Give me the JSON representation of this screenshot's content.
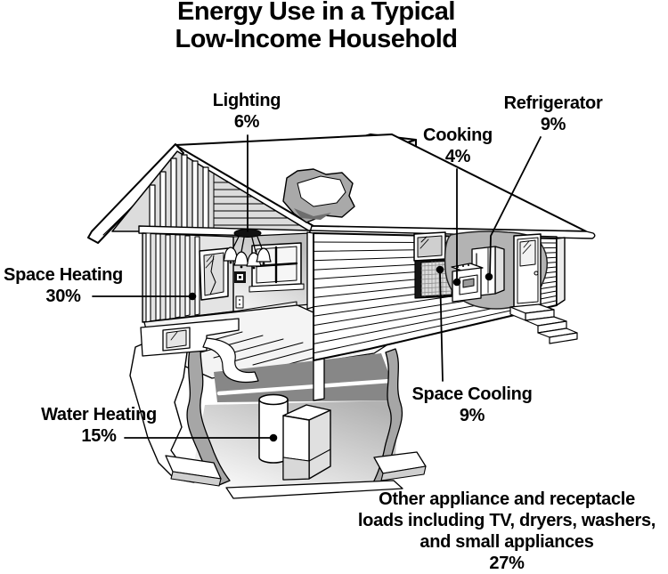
{
  "title": {
    "line1": "Energy Use in a Typical",
    "line2": "Low-Income Household"
  },
  "labels": {
    "lighting": {
      "name": "Lighting",
      "pct": "6%"
    },
    "cooking": {
      "name": "Cooking",
      "pct": "4%"
    },
    "refrigerator": {
      "name": "Refrigerator",
      "pct": "9%"
    },
    "space_heating": {
      "name": "Space Heating",
      "pct": "30%"
    },
    "water_heating": {
      "name": "Water Heating",
      "pct": "15%"
    },
    "space_cooling": {
      "name": "Space Cooling",
      "pct": "9%"
    },
    "other": {
      "lines": [
        "Other appliance and receptacle",
        "loads including TV, dryers, washers,",
        "and small appliances"
      ],
      "pct": "27%"
    }
  },
  "chart_data": {
    "type": "pie",
    "title": "Energy Use in a Typical Low-Income Household",
    "categories": [
      "Space Heating",
      "Other appliance and receptacle loads including TV, dryers, washers, and small appliances",
      "Water Heating",
      "Refrigerator",
      "Space Cooling",
      "Lighting",
      "Cooking"
    ],
    "values": [
      30,
      27,
      15,
      9,
      9,
      6,
      4
    ]
  },
  "illustration_parts": [
    "cutaway-house",
    "roof",
    "chimney",
    "gable",
    "ceiling-light-fixture",
    "front-window",
    "back-window",
    "wall-studs",
    "window-air-conditioner",
    "stove",
    "refrigerator",
    "entry-door",
    "porch-steps",
    "floor-joists",
    "basement",
    "water-heater",
    "furnace"
  ],
  "colors": {
    "ink": "#000000",
    "paper": "#ffffff",
    "shade_light": "#d9d9d9",
    "shade_mid": "#a8a8a8",
    "shade_dark": "#888888"
  }
}
